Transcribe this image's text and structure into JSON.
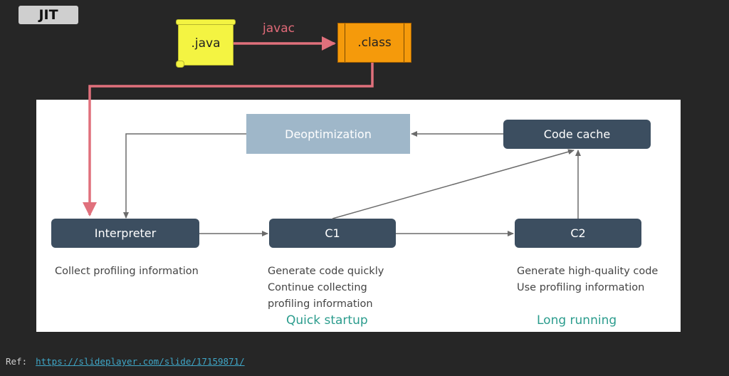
{
  "header": {
    "badge": "JIT"
  },
  "compile": {
    "source": ".java",
    "compiler": "javac",
    "output": ".class"
  },
  "diagram": {
    "deoptimization": "Deoptimization",
    "code_cache": "Code cache",
    "interpreter": "Interpreter",
    "c1": "C1",
    "c2": "C2",
    "interpreter_desc": [
      "Collect profiling information"
    ],
    "c1_desc": [
      "Generate code quickly",
      "Continue collecting",
      "profiling information"
    ],
    "c2_desc": [
      "Generate high-quality code",
      "Use profiling information"
    ],
    "quick_startup": "Quick startup",
    "long_running": "Long running"
  },
  "footer": {
    "ref_label": "Ref:",
    "ref_url": "https://slideplayer.com/slide/17159871/"
  },
  "colors": {
    "accent_arrow": "#e0707c",
    "node_dark": "#3c4e60",
    "node_light": "#9fb7c9",
    "teal": "#2b9c8d"
  }
}
